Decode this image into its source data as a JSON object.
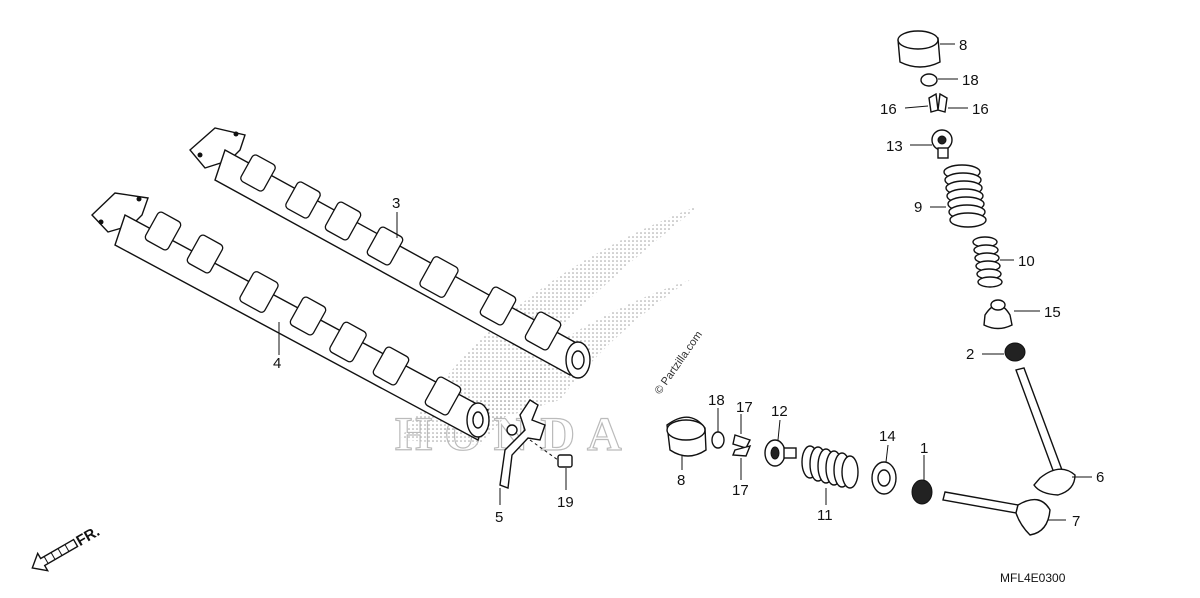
{
  "diagram": {
    "drawing_code": "MFL4E0300",
    "watermark": "© Partzilla.com",
    "brand_watermark": "HONDA",
    "front_marker": "FR.",
    "labels": {
      "l1": "1",
      "l2": "2",
      "l3": "3",
      "l4": "4",
      "l5": "5",
      "l6": "6",
      "l7": "7",
      "l8_top": "8",
      "l8_bottom": "8",
      "l9": "9",
      "l10": "10",
      "l11": "11",
      "l12": "12",
      "l13": "13",
      "l14": "14",
      "l15": "15",
      "l16_left": "16",
      "l16_right": "16",
      "l17_top": "17",
      "l17_bottom": "17",
      "l18_top": "18",
      "l18_bottom": "18",
      "l19": "19"
    }
  }
}
